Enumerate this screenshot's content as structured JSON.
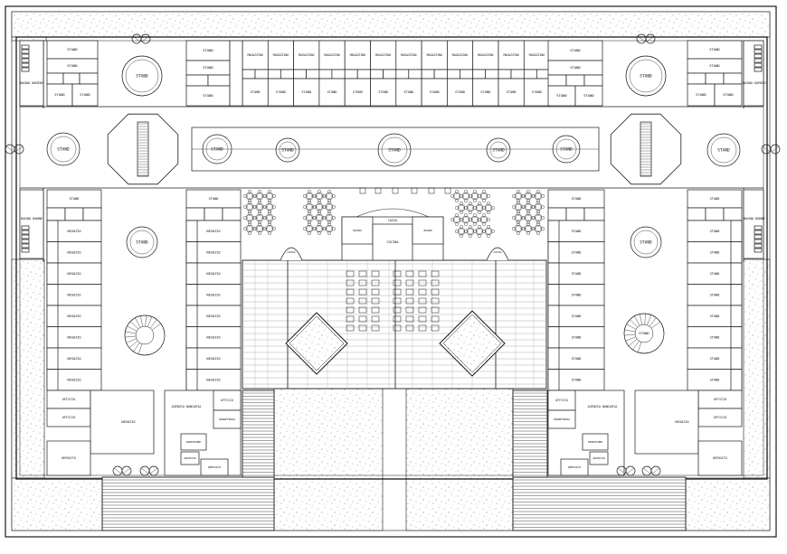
{
  "labels": {
    "stand": "STAND",
    "magazzino": "MAGAZZINO",
    "negozio": "NEGOZIO",
    "deposito": "DEPOSITO",
    "ufficio": "UFFICIO",
    "bagno_uomini": "BAGNO UOMINI",
    "bagno_donne": "BAGNO DONNE",
    "agenzia_bancaria": "AGENZIA BANCARIA",
    "segreteria": "SEGRETERIA",
    "direzione": "DIREZIONE",
    "cucina": "CUCINA",
    "cassa": "CASSA",
    "bagno": "BAGNO",
    "archivio": "ARCHIVIO"
  },
  "colors": {
    "line": "#1a1a1a",
    "paving": "#9a9a9a",
    "background": "#ffffff"
  }
}
